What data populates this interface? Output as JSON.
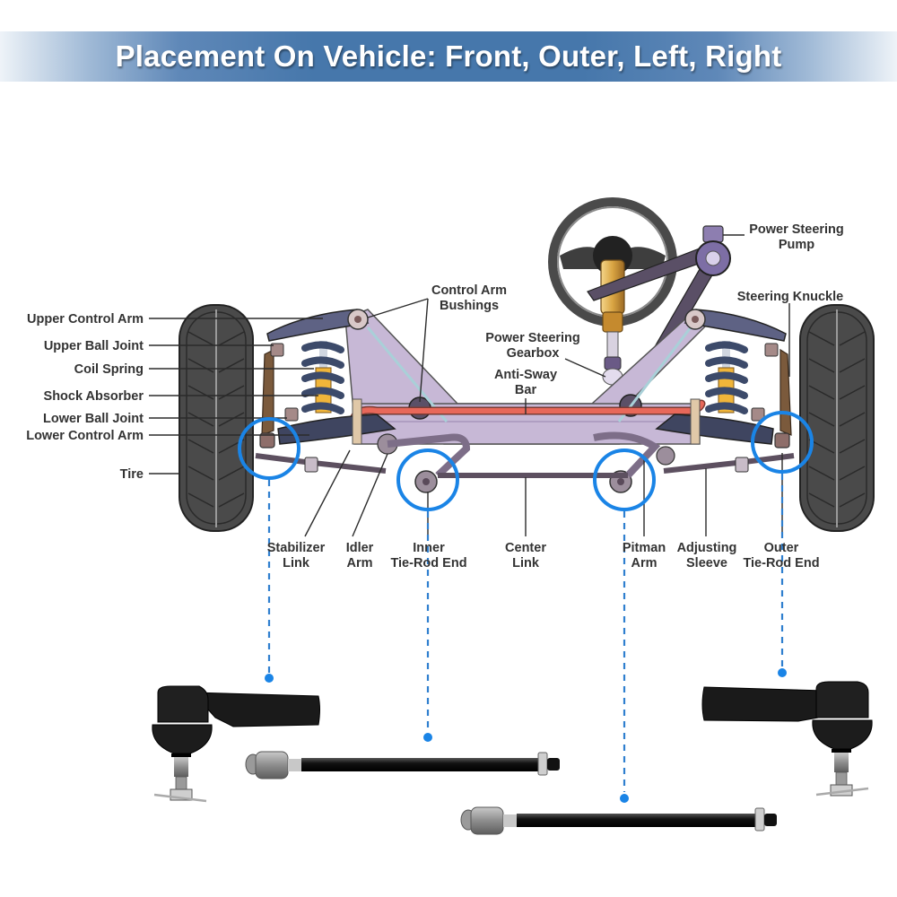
{
  "header": {
    "title": "Placement On Vehicle: Front, Outer, Left, Right"
  },
  "colors": {
    "banner_blue": "#4677ab",
    "highlight_blue": "#1a84e6",
    "label_text": "#333333",
    "frame_purple": "#c7b8d6",
    "sway_bar_red": "#e8685a",
    "spring_navy": "#3c4a6a",
    "shock_yellow": "#f0b53a",
    "tire_gray": "#4a4a4a"
  },
  "diagram": {
    "left_labels": [
      {
        "id": "upper-control-arm",
        "text": "Upper Control Arm"
      },
      {
        "id": "upper-ball-joint",
        "text": "Upper Ball Joint"
      },
      {
        "id": "coil-spring",
        "text": "Coil Spring"
      },
      {
        "id": "shock-absorber",
        "text": "Shock Absorber"
      },
      {
        "id": "lower-ball-joint",
        "text": "Lower Ball Joint"
      },
      {
        "id": "lower-control-arm",
        "text": "Lower Control Arm"
      },
      {
        "id": "tire",
        "text": "Tire"
      }
    ],
    "top_labels": {
      "control_arm_bushings": [
        "Control Arm",
        "Bushings"
      ],
      "power_steering_gearbox": [
        "Power Steering",
        "Gearbox"
      ],
      "anti_sway_bar": [
        "Anti-Sway",
        "Bar"
      ],
      "power_steering_pump": [
        "Power Steering",
        "Pump"
      ],
      "steering_knuckle": [
        "Steering Knuckle"
      ]
    },
    "bottom_labels": [
      {
        "id": "stabilizer-link",
        "lines": [
          "Stabilizer",
          "Link"
        ]
      },
      {
        "id": "idler-arm",
        "lines": [
          "Idler",
          "Arm"
        ]
      },
      {
        "id": "inner-tie-rod-end",
        "lines": [
          "Inner",
          "Tie-Rod End"
        ]
      },
      {
        "id": "center-link",
        "lines": [
          "Center",
          "Link"
        ]
      },
      {
        "id": "pitman-arm",
        "lines": [
          "Pitman",
          "Arm"
        ]
      },
      {
        "id": "adjusting-sleeve",
        "lines": [
          "Adjusting",
          "Sleeve"
        ]
      },
      {
        "id": "outer-tie-rod-end",
        "lines": [
          "Outer",
          "Tie-Rod End"
        ]
      }
    ],
    "highlighted_points": [
      {
        "id": "left-outer-tie-rod-end"
      },
      {
        "id": "left-inner-tie-rod-end"
      },
      {
        "id": "right-inner-tie-rod-end"
      },
      {
        "id": "right-outer-tie-rod-end"
      }
    ]
  },
  "products": [
    {
      "id": "outer-tie-rod-end-left",
      "type": "Outer Tie Rod End"
    },
    {
      "id": "inner-tie-rod-left",
      "type": "Inner Tie Rod"
    },
    {
      "id": "inner-tie-rod-right",
      "type": "Inner Tie Rod"
    },
    {
      "id": "outer-tie-rod-end-right",
      "type": "Outer Tie Rod End"
    }
  ]
}
